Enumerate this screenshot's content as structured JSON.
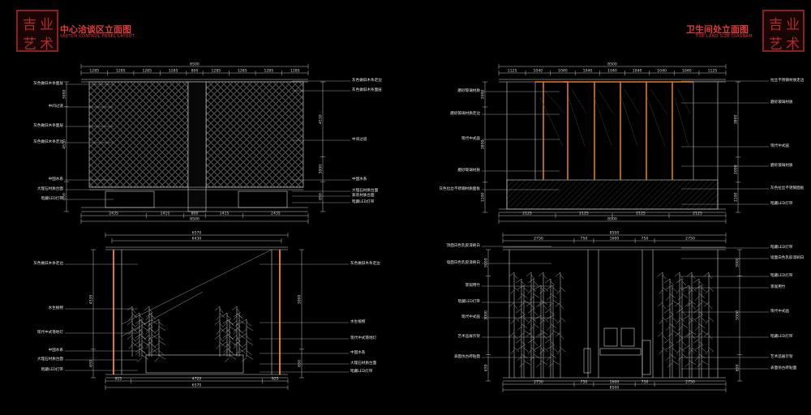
{
  "left_header": {
    "seal_chars": [
      "吉",
      "业",
      "艺",
      "术"
    ],
    "title": "中心洽谈区立面图",
    "subtitle": "SKETCH CONTROL PANEL LAYOUT"
  },
  "right_header": {
    "seal_chars": [
      "吉",
      "业",
      "艺",
      "术"
    ],
    "title": "卫生间处立面图",
    "subtitle": "TOP LAND SIZE DIAGRAM"
  },
  "panel_tl": {
    "top_total": "8500",
    "top_dims": [
      "1285",
      "1285",
      "1285",
      "1285",
      "800",
      "1285",
      "1285",
      "1285",
      "1285"
    ],
    "bottom_dims": [
      "2435",
      "1415",
      "800",
      "1415",
      "2435"
    ],
    "bottom_total": "8500",
    "left_dims": [
      "3000",
      "4530",
      "650"
    ],
    "right_dims": [
      "4530",
      "3000",
      "650"
    ],
    "left_notes": [
      "灰色做旧木条面层",
      "中间过道",
      "灰色做旧木条面层",
      "灰色做旧木条走边",
      "中国水系",
      "大理石材质台面",
      "暗藏LED灯带"
    ],
    "right_notes": [
      "灰色做旧木条走边",
      "灰色做旧木条面层",
      "中间过道",
      "中国水系",
      "大理石材质台面",
      "家装材质台面",
      "暗藏LED灯带"
    ]
  },
  "panel_bl": {
    "top_total": "6570",
    "top_sub": "6430",
    "bottom_dims": [
      "925",
      "4720",
      "925"
    ],
    "bottom_total": "6570",
    "left_dims": [
      "4530",
      "650"
    ],
    "right_dims": [
      "3000",
      "650"
    ],
    "left_notes": [
      "灰色做旧木条走边",
      "水生植物",
      "现代中式落地灯",
      "中国水系",
      "大理石材质台面",
      "暗藏LED灯带"
    ],
    "right_notes": [
      "灰色做旧木条走边",
      "水生植物",
      "现代中式落地灯",
      "中国水系",
      "大理石材质台面",
      "暗藏LED灯带"
    ]
  },
  "panel_tr": {
    "top_total": "8500",
    "top_dims": [
      "1125",
      "1040",
      "1040",
      "1040",
      "1040",
      "1040",
      "1040",
      "1040",
      "1125"
    ],
    "bottom_dims": [
      "2125",
      "2125",
      "2125",
      "2125"
    ],
    "bottom_total": "8500",
    "left_dims": [
      "3000",
      "3800",
      "1100"
    ],
    "right_dims": [
      "3800",
      "3000",
      "1100"
    ],
    "left_notes": [
      "磨砂玻璃材质",
      "磨砂玻璃材质走边",
      "现代中式画",
      "磨砂玻璃材质",
      "灰色拉丝不锈钢材质面板"
    ],
    "right_notes": [
      "拉丝不锈钢材质走边",
      "磨砂玻璃材质",
      "现代中式画",
      "磨砂玻璃材质",
      "灰色拉丝不锈钢面板",
      "暗藏LED灯带"
    ]
  },
  "panel_br": {
    "top_total": "8500",
    "top_dims": [
      "2750",
      "750",
      "1600",
      "750",
      "2750"
    ],
    "bottom_dims": [
      "2750",
      "750",
      "1600",
      "750",
      "2750"
    ],
    "bottom_total": "8500",
    "left_dims": [
      "5000",
      "3000",
      "650"
    ],
    "right_dims": [
      "3000",
      "5000",
      "650"
    ],
    "left_notes": [
      "顶面白色乳胶漆刷白",
      "墙面白色乳胶漆刷白",
      "景观用竹",
      "暗藏LED灯带",
      "现代中式画",
      "艺术品展示架",
      "表面仿古砖贴面"
    ],
    "right_notes": [
      "暗藏LED灯带",
      "墙面白色乳胶漆刷白",
      "暗藏LED灯带",
      "景观用竹",
      "现代中式画",
      "暗藏LED灯带",
      "艺术品展示架",
      "表面仿古砖贴面"
    ]
  },
  "colors": {
    "accent": "#e23a3a",
    "led": "#e07a1e",
    "line": "#cfcfcf"
  }
}
